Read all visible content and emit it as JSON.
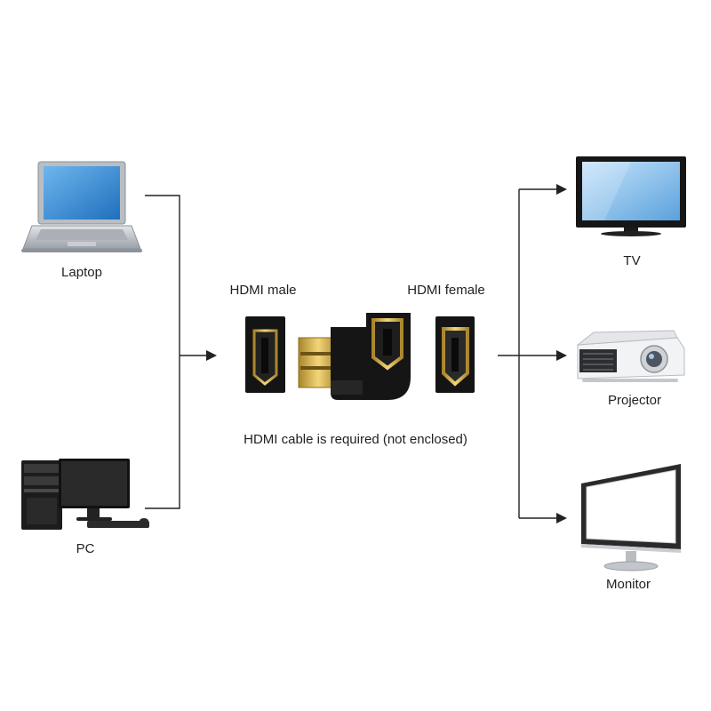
{
  "colors": {
    "line": "#222222",
    "screen_blue": "#3a8fd6",
    "device_silver": "#c8ccd1",
    "device_black": "#1a1a1a",
    "gold": "#d4b24a"
  },
  "sources": [
    {
      "label": "Laptop",
      "icon": "laptop-icon"
    },
    {
      "label": "PC",
      "icon": "desktop-pc-icon"
    }
  ],
  "adapter": {
    "male_label": "HDMI male",
    "female_label": "HDMI female",
    "note": "HDMI cable is required (not enclosed)",
    "icons": [
      "hdmi-port-icon",
      "hdmi-adapter-icon",
      "hdmi-port-icon"
    ]
  },
  "outputs": [
    {
      "label": "TV",
      "icon": "tv-icon"
    },
    {
      "label": "Projector",
      "icon": "projector-icon"
    },
    {
      "label": "Monitor",
      "icon": "monitor-icon"
    }
  ]
}
